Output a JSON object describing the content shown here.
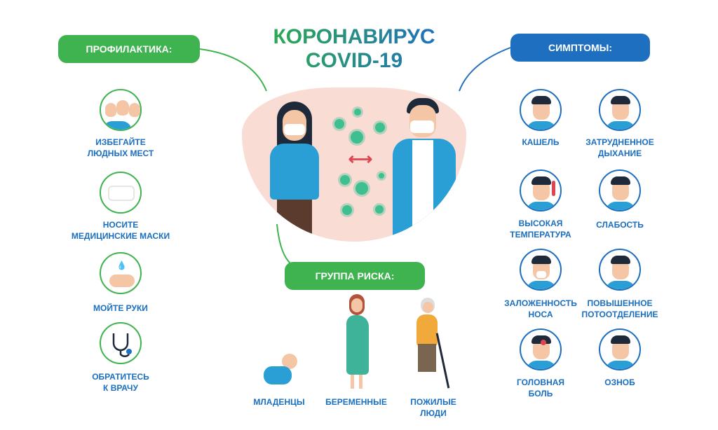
{
  "title": {
    "line1": "КОРОНАВИРУС",
    "line2": "COVID-19"
  },
  "prevention": {
    "heading": "ПРОФИЛАКТИКА:",
    "items": [
      {
        "label1": "ИЗБЕГАЙТЕ",
        "label2": "ЛЮДНЫХ МЕСТ",
        "icon": "crowd-icon"
      },
      {
        "label1": "НОСИТЕ",
        "label2": "МЕДИЦИНСКИЕ МАСКИ",
        "icon": "mask-icon"
      },
      {
        "label1": "МОЙТЕ РУКИ",
        "label2": "",
        "icon": "hand-wash-icon"
      },
      {
        "label1": "ОБРАТИТЕСЬ",
        "label2": "К ВРАЧУ",
        "icon": "stethoscope-icon"
      }
    ]
  },
  "symptoms": {
    "heading": "СИМПТОМЫ:",
    "items": [
      {
        "label1": "КАШЕЛЬ",
        "label2": ""
      },
      {
        "label1": "ЗАТРУДНЕННОЕ",
        "label2": "ДЫХАНИЕ"
      },
      {
        "label1": "ВЫСОКАЯ",
        "label2": "ТЕМПЕРАТУРА"
      },
      {
        "label1": "СЛАБОСТЬ",
        "label2": ""
      },
      {
        "label1": "ЗАЛОЖЕННОСТЬ",
        "label2": "НОСА"
      },
      {
        "label1": "ПОВЫШЕННОЕ",
        "label2": "ПОТООТДЕЛЕНИЕ"
      },
      {
        "label1": "ГОЛОВНАЯ",
        "label2": "БОЛЬ"
      },
      {
        "label1": "ОЗНОБ",
        "label2": ""
      }
    ]
  },
  "risk_group": {
    "heading": "ГРУППА РИСКА:",
    "items": [
      {
        "label1": "МЛАДЕНЦЫ",
        "label2": ""
      },
      {
        "label1": "БЕРЕМЕННЫЕ",
        "label2": ""
      },
      {
        "label1": "ПОЖИЛЫЕ",
        "label2": "ЛЮДИ"
      }
    ]
  },
  "colors": {
    "green": "#3fb34f",
    "blue": "#1f6fc0",
    "blob": "#f9dcd4"
  }
}
